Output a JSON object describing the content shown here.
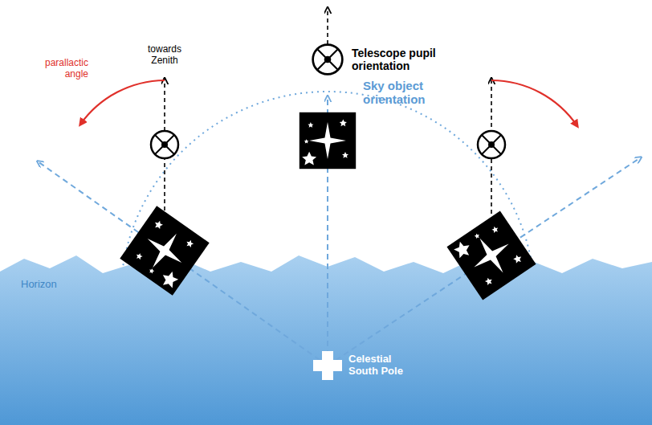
{
  "diagram": {
    "labels": [
      "towards Zenith",
      "parallactic angle",
      "Telescope pupil orientation",
      "Sky object orientation",
      "Horizon",
      "Celestial South Pole"
    ]
  }
}
